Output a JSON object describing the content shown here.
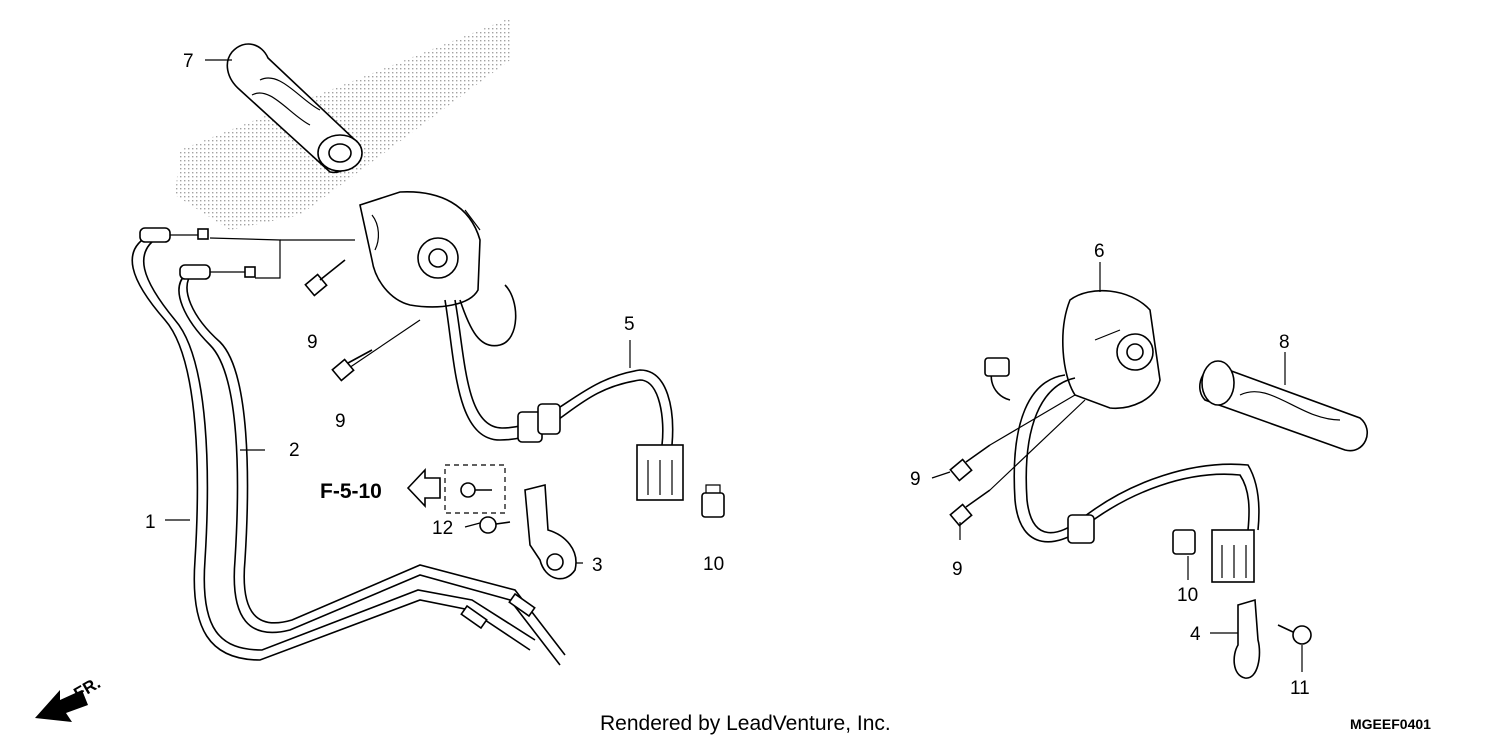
{
  "callouts": {
    "c1": "1",
    "c2": "2",
    "c3": "3",
    "c4": "4",
    "c5": "5",
    "c6": "6",
    "c7": "7",
    "c8": "8",
    "c9a": "9",
    "c9b": "9",
    "c9c": "9",
    "c9d": "9",
    "c10a": "10",
    "c10b": "10",
    "c11": "11",
    "c12": "12"
  },
  "reference": "F-5-10",
  "direction": "FR.",
  "credit": "Rendered by LeadVenture, Inc.",
  "diagram_code": "MGEEF0401"
}
